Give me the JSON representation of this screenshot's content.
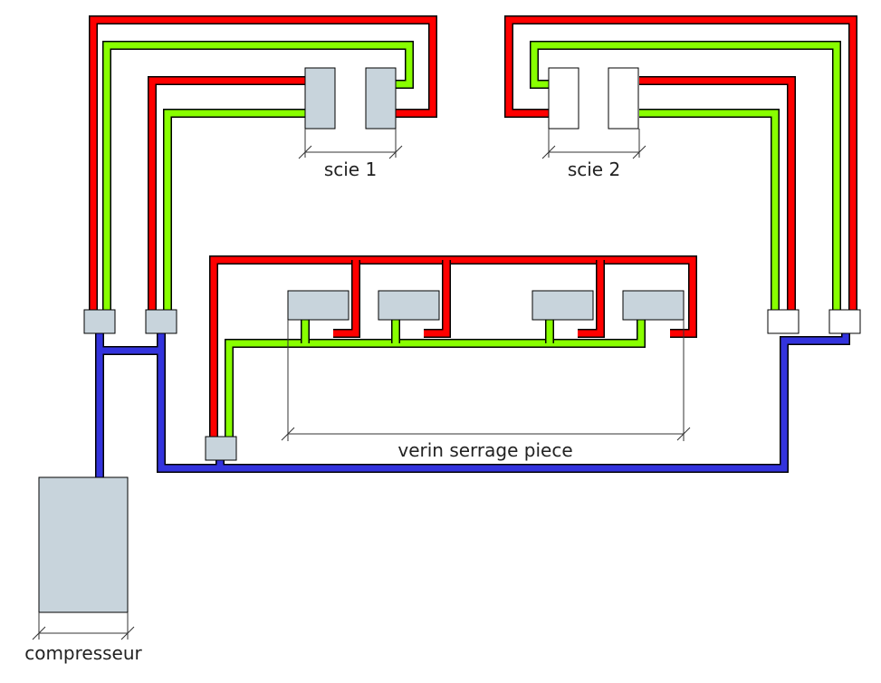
{
  "labels": {
    "scie1": "scie 1",
    "scie2": "scie 2",
    "verin": "verin serrage piece",
    "compresseur": "compresseur"
  },
  "colors": {
    "red_line": "#ff0000",
    "green_line": "#88ff00",
    "blue_line": "#3333dd",
    "component_fill": "#c8d4dc",
    "white_fill": "#ffffff",
    "outline": "#000000"
  }
}
